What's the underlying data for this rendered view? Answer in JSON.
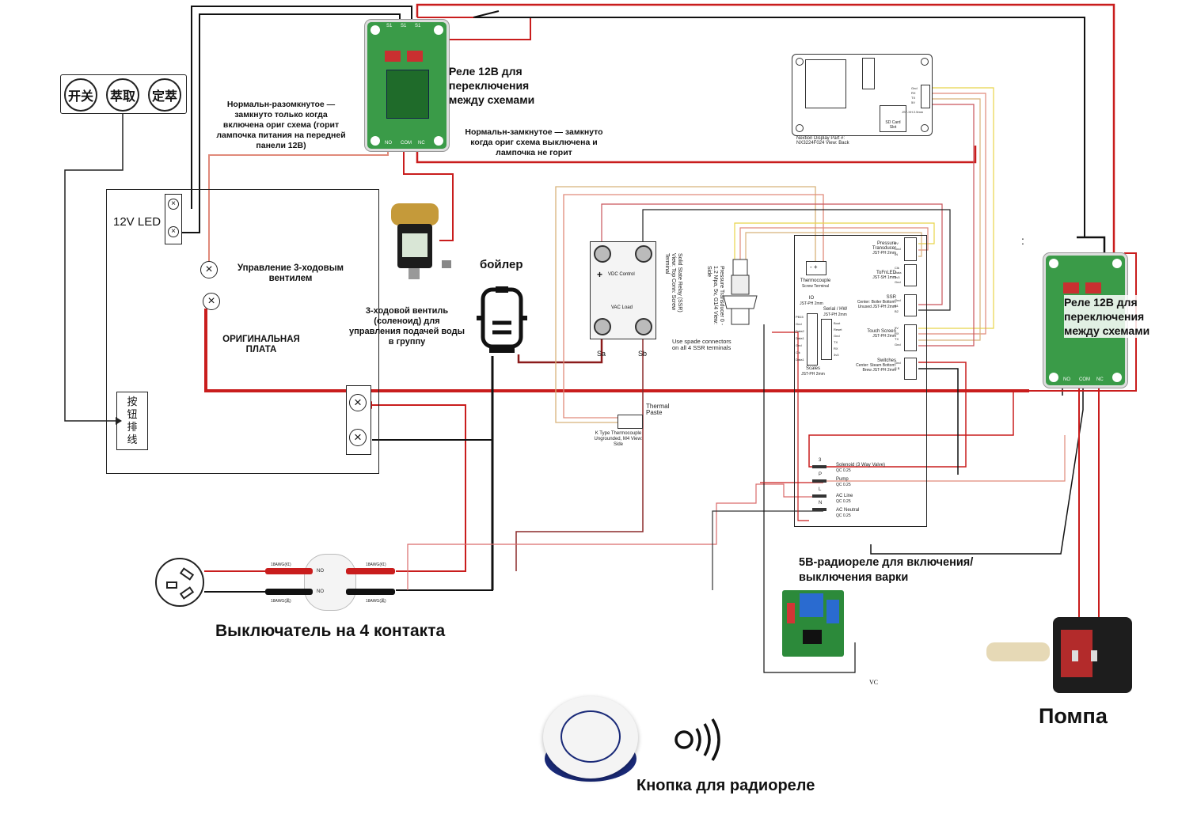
{
  "front_panel": {
    "buttons": [
      "开关",
      "萃取",
      "定萃"
    ]
  },
  "original_board": {
    "led_label": "12V LED",
    "valve_control_label": "Управление 3-ходовым вентилем",
    "title": "ОРИГИНАЛЬНАЯ ПЛАТА",
    "button_cable": [
      "按",
      "钮",
      "排",
      "线"
    ]
  },
  "relay_top": {
    "title": "Реле 12В для переключения между схемами",
    "terminals": [
      "NO",
      "COM",
      "NC"
    ],
    "pins": [
      "S1",
      "S1",
      "S1"
    ]
  },
  "relay_right": {
    "title": "Реле 12В для переключения между схемами",
    "terminals": [
      "NO",
      "COM",
      "NC"
    ]
  },
  "notes": {
    "normally_open": "Нормальн-разомкнутое — замкнуто только когда включена ориг схема (горит лампочка питания на передней панели 12В)",
    "normally_closed": "Нормальн-замкнутое — замкнуто когда ориг схема выключена и лампочка не горит"
  },
  "valve": {
    "label": "3-ходовой вентиль (соленоид) для управления подачей воды в группу"
  },
  "boiler": {
    "label": "бойлер"
  },
  "ssr": {
    "dc_label": "VDC Control",
    "ac_label": "VAC Load",
    "side_text": "Solid State Relay (SSR) View: Top Conn: Screw Terminal",
    "terminal_a": "Sa",
    "terminal_b": "Sb",
    "note": "Use spade connectors on all 4 SSR terminals"
  },
  "thermocouple": {
    "label": "Thermal Paste",
    "desc": "K Type Thermocouple Ungrounded, M4 View: Side"
  },
  "pressure": {
    "text": "Pressure Transducer 0 - 1.2 Mpa, 5v, G1/4 View: Side"
  },
  "nextion": {
    "desc": "Nextion Display Part #: NX3224F024 View: Back",
    "sd": "SD Card Slot",
    "pins": [
      "Gnd",
      "RX",
      "TX",
      "5V"
    ],
    "conn": "JST-XH 2.5mm"
  },
  "controller": {
    "left_labels": [
      {
        "name": "Thermocouple",
        "sub": "Screw Terminal"
      },
      {
        "name": "IO",
        "sub": "JST-PH 2mm"
      },
      {
        "name": "Serial / HW",
        "sub": "JST-PH 2mm"
      },
      {
        "name": "Scales",
        "sub": "JST-PH 2mm"
      }
    ],
    "right_labels": [
      {
        "name": "Pressure Transducer",
        "sub": "JST-PH 2mm",
        "pins": "5V Gnd IN"
      },
      {
        "name": "ToFnLED",
        "sub": "JST-SH 1mm",
        "pins": "Clk Data 3v3 Gnd"
      },
      {
        "name": "SSR",
        "sub": "Center: Boiler Bottom: Unused JST-PH 2mm",
        "pins": "Gnd B1 B2"
      },
      {
        "name": "Touch Screen",
        "sub": "JST-PH 2mm",
        "pins": "5V RX TX Gnd"
      },
      {
        "name": "Switches",
        "sub": "Center: Steam Bottom: Brew JST-PH 2mm",
        "pins": "Gnd S B"
      }
    ],
    "io_pins": [
      "PB15",
      "Gnd",
      "Data2",
      "Data1",
      "Gnd",
      "Clk",
      "Data1"
    ],
    "serial_pins": [
      "Boot",
      "Reset",
      "Gnd",
      "TX",
      "RX",
      "3v3"
    ],
    "qc": [
      {
        "id": "3",
        "label": "Solenoid (3 Way Valve)",
        "sub": "QC 0.25"
      },
      {
        "id": "P",
        "label": "Pump",
        "sub": "QC 0.25"
      },
      {
        "id": "L",
        "label": "AC Line",
        "sub": "QC 0.25"
      },
      {
        "id": "N",
        "label": "AC Neutral",
        "sub": "QC 0.25"
      }
    ],
    "tc_polarity": "- +"
  },
  "switch4": {
    "label": "Выключатель на 4 контакта",
    "tags_left": [
      "18AWG(红)",
      "18AWG(黑)"
    ],
    "tags_right": [
      "18AWG(红)",
      "18AWG(黑)"
    ],
    "contacts": [
      "NO",
      "NO"
    ]
  },
  "radio_relay": {
    "label": "5В-радиореле для включения/выключения варки",
    "tail": "VC"
  },
  "pump": {
    "label": "Помпа"
  },
  "radio_button": {
    "label": "Кнопка для радиореле"
  },
  "colon": ":",
  "colors": {
    "red": "#c91d1d",
    "black": "#111111",
    "green": "#2d9a3c",
    "pink": "#e08a7a",
    "tan": "#d8b27a",
    "grey": "#8a8a8a",
    "yellow": "#e8d44a"
  }
}
